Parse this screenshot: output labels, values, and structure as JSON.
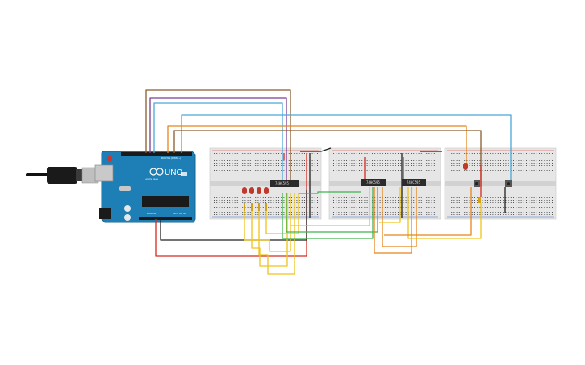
{
  "arduino": {
    "model_label": "UNO",
    "brand_label": "ARDUINO",
    "digital_label": "DIGITAL (PWM ~)",
    "analog_label": "ANALOG IN",
    "power_label": "POWER"
  },
  "chips": [
    {
      "id": "chip-1",
      "label": "74HC595"
    },
    {
      "id": "chip-2",
      "label": "74HC595"
    },
    {
      "id": "chip-3",
      "label": "74HC595"
    }
  ],
  "leds": {
    "count": 4,
    "color": "#c0392b"
  },
  "status_led": {
    "color": "#c0392b"
  },
  "buttons": {
    "count": 2
  },
  "wire_colors": {
    "red": "#d42a20",
    "black": "#222222",
    "yellow": "#f0c419",
    "orange": "#e8851c",
    "green": "#3fb34f",
    "blue": "#4aa8d8",
    "brown": "#8a5a2b",
    "purple": "#7d3c98"
  },
  "colors": {
    "arduino_body": "#1d7fb5",
    "breadboard": "#e6e6e6",
    "chip": "#2b2b2b"
  }
}
